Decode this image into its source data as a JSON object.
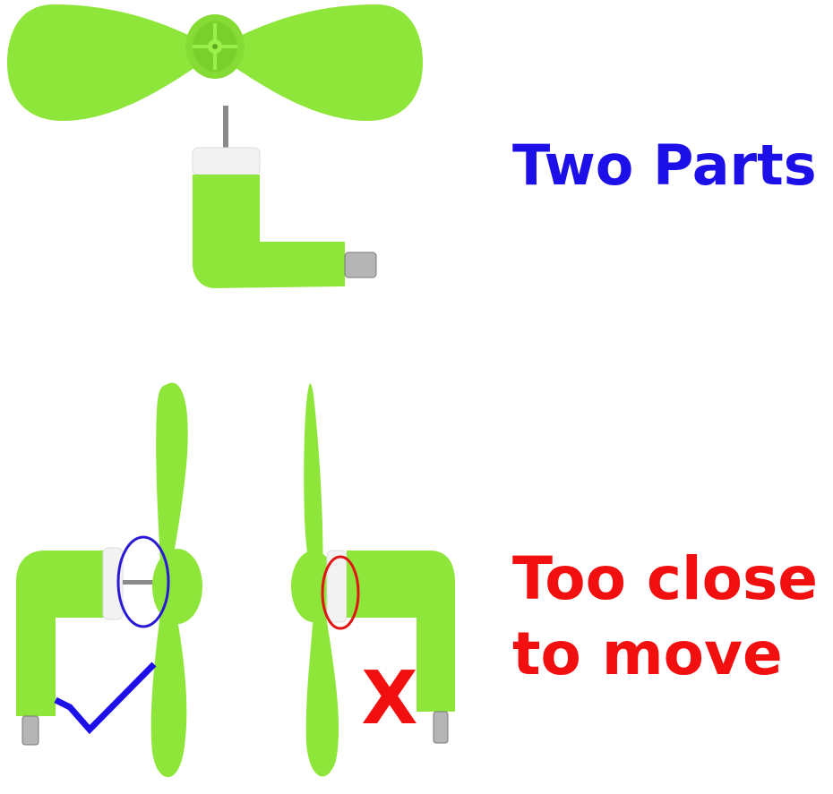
{
  "captions": {
    "top": "Two Parts",
    "bottom_line1": "Too close",
    "bottom_line2": "to move"
  },
  "marks": {
    "correct": "check-mark",
    "incorrect": "X"
  },
  "colors": {
    "fan_green": "#8ee63a",
    "fan_green_dark": "#6fc424",
    "top_caption": "#1d0fe8",
    "bottom_caption": "#f20f0f",
    "correct_mark": "#1d0fe8",
    "incorrect_mark": "#f20f0f"
  }
}
